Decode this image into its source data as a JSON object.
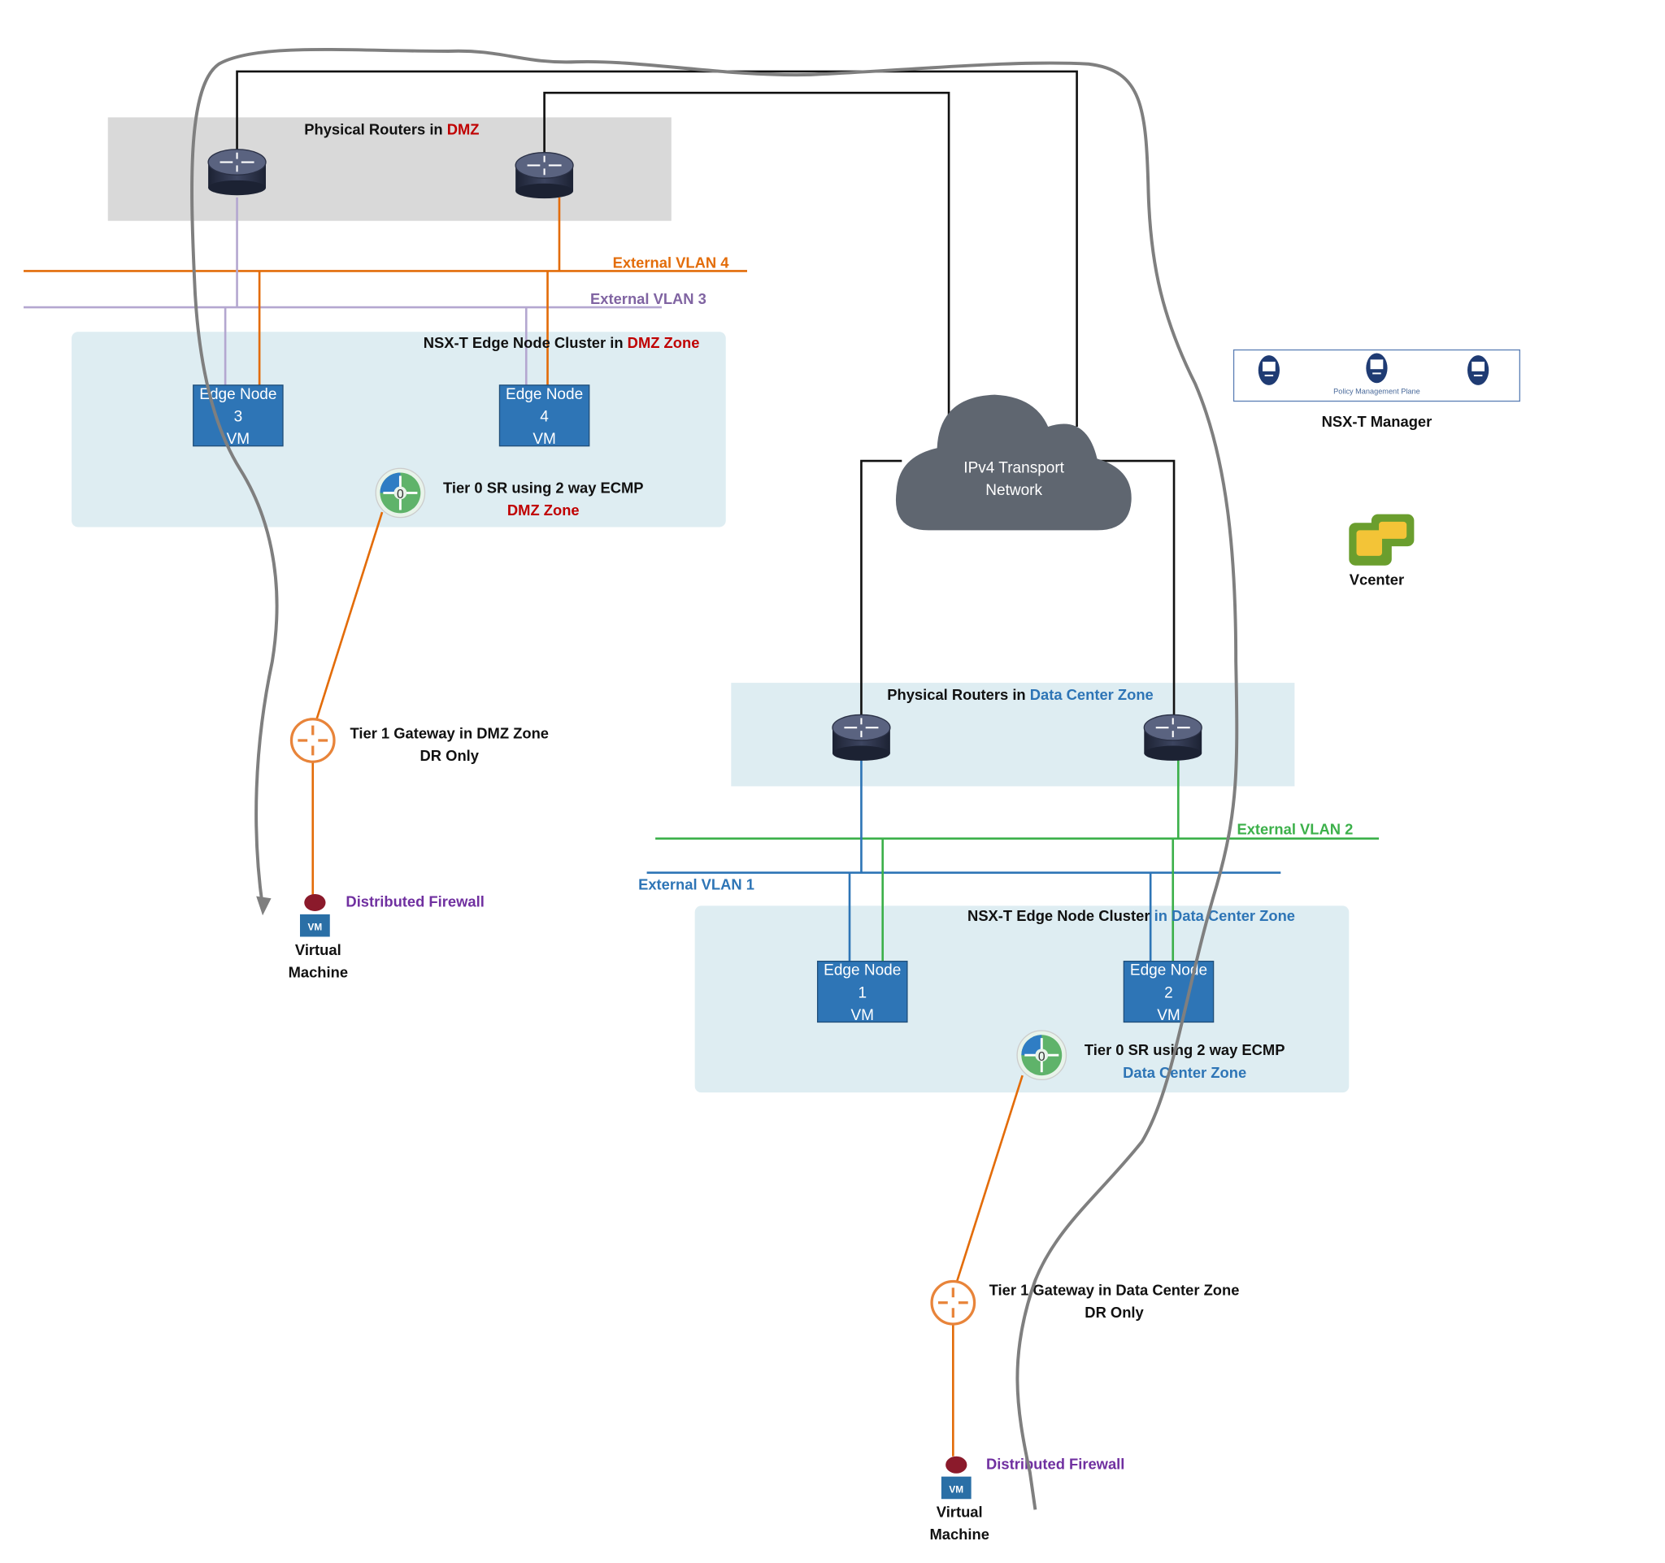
{
  "colors": {
    "dmz_red": "#c00000",
    "dc_blue": "#2e75b6",
    "vlan4_orange": "#e36c09",
    "vlan3_purple": "#8064a2",
    "vlan2_green": "#3cb04a",
    "vlan1_blue": "#2e75b6",
    "firewall_purple": "#7030a0",
    "zone_bg": "#deedf2",
    "dmz_bg": "#d9d9d9",
    "cloud": "#5f6670",
    "edge_node": "#2e75b6"
  },
  "dmz": {
    "routers_title": "Physical Routers in ",
    "routers_title_zone": "DMZ",
    "vlan4": "External VLAN 4",
    "vlan3": "External VLAN 3",
    "cluster_title": "NSX-T Edge Node Cluster in ",
    "cluster_title_zone": "DMZ Zone",
    "edge_nodes": [
      {
        "line1": "Edge Node",
        "line2": "3",
        "line3": "VM"
      },
      {
        "line1": "Edge Node",
        "line2": "4",
        "line3": "VM"
      }
    ],
    "tier0": "Tier 0 SR using 2 way ECMP",
    "tier0_zone": "DMZ Zone",
    "tier1": "Tier 1 Gateway in DMZ Zone",
    "tier1_sub": "DR Only",
    "firewall": "Distributed Firewall",
    "vm_badge": "VM",
    "vm_line1": "Virtual",
    "vm_line2": "Machine"
  },
  "transport": {
    "line1": "IPv4 Transport",
    "line2": "Network"
  },
  "manager": {
    "plane": "Policy Management Plane",
    "label": "NSX-T Manager"
  },
  "vcenter": {
    "label": "Vcenter"
  },
  "dc": {
    "routers_title": "Physical Routers in ",
    "routers_title_zone": "Data Center Zone",
    "vlan2": "External VLAN 2",
    "vlan1": "External VLAN 1",
    "cluster_title": "NSX-T Edge Node Cluster ",
    "cluster_title_zone": "in Data Center Zone",
    "edge_nodes": [
      {
        "line1": "Edge Node",
        "line2": "1",
        "line3": "VM"
      },
      {
        "line1": "Edge Node",
        "line2": "2",
        "line3": "VM"
      }
    ],
    "tier0": "Tier 0 SR using 2 way ECMP",
    "tier0_zone": "Data Center Zone",
    "tier1": "Tier 1 Gateway in Data Center Zone",
    "tier1_sub": "DR Only",
    "firewall": "Distributed Firewall",
    "vm_badge": "VM",
    "vm_line1": "Virtual",
    "vm_line2": "Machine"
  }
}
